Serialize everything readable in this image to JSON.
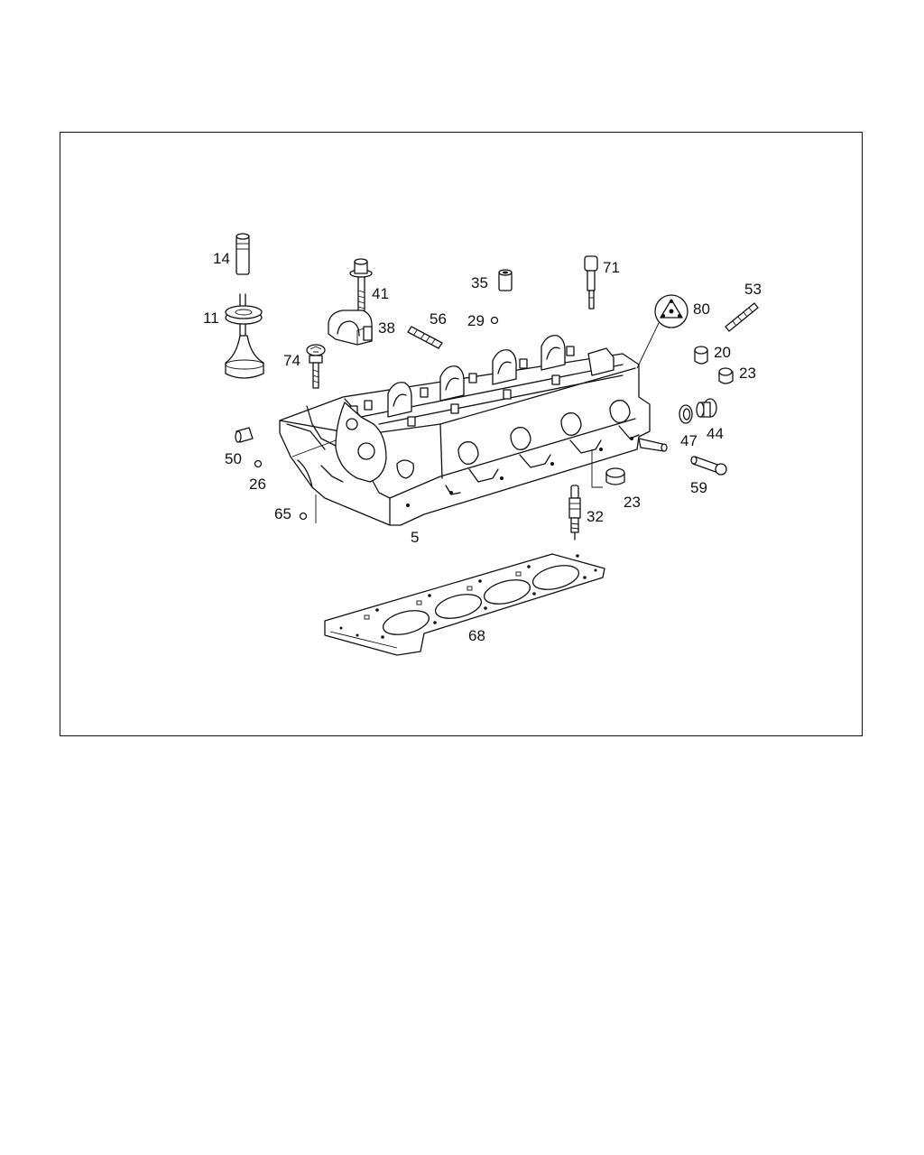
{
  "diagram": {
    "callouts": {
      "p14": "14",
      "p11": "11",
      "p41": "41",
      "p38": "38",
      "p74": "74",
      "p56": "56",
      "p35": "35",
      "p29": "29",
      "p71": "71",
      "p80": "80",
      "p53": "53",
      "p20": "20",
      "p23a": "23",
      "p47": "47",
      "p44": "44",
      "p59": "59",
      "p50": "50",
      "p26": "26",
      "p65": "65",
      "p5": "5",
      "p32": "32",
      "p23b": "23",
      "p68": "68"
    },
    "line_color": "#111111"
  }
}
